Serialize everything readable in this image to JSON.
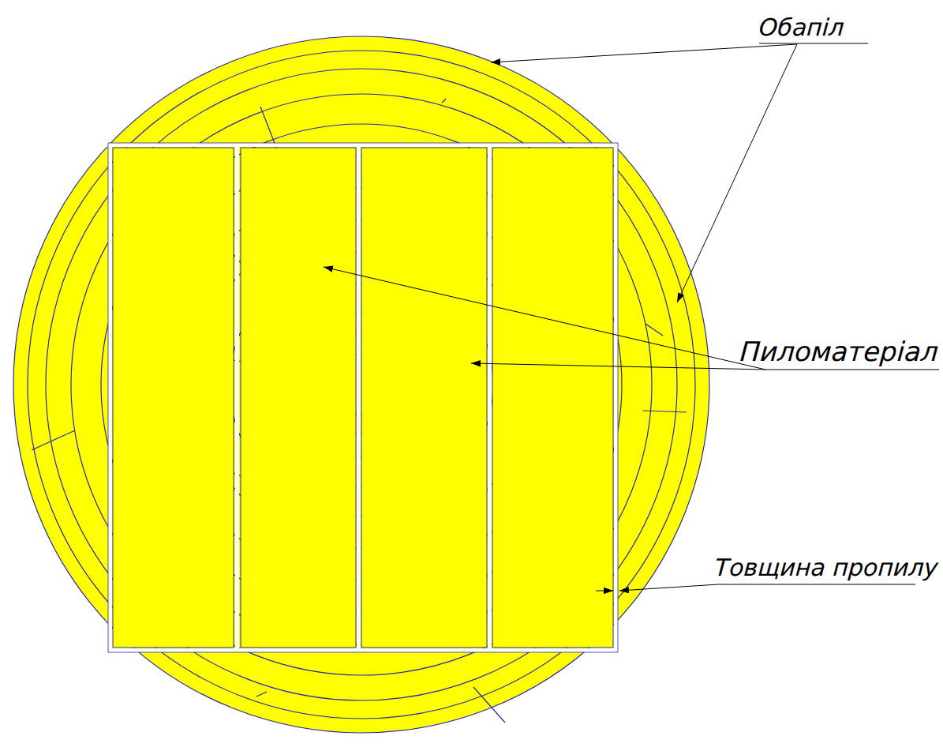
{
  "diagram": {
    "labels": [
      "Обапіл",
      "Пиломатеріал",
      "Товщина пропилу"
    ]
  }
}
